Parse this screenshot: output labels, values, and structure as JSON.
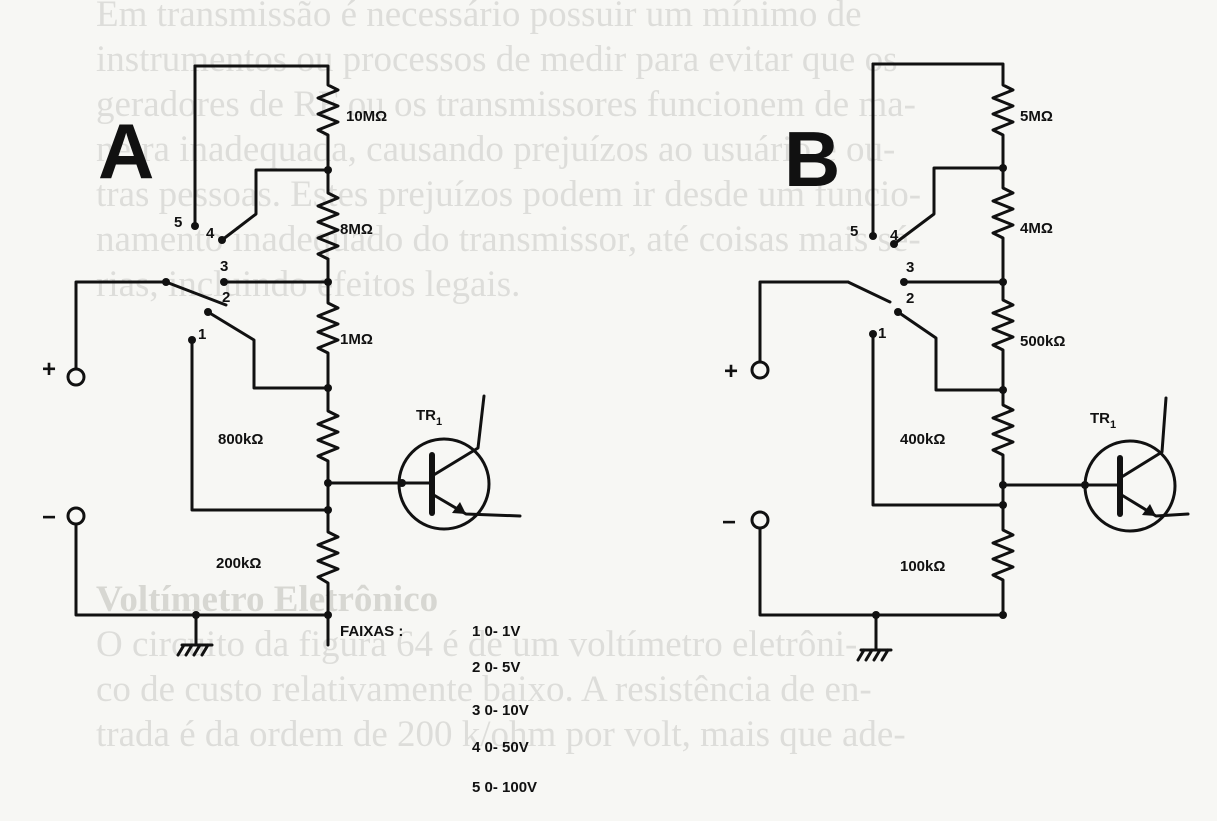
{
  "background_text": [
    "Em transmissão é necessário possuir um mínimo de",
    "instrumentos ou processos de medir para evitar que os",
    "geradores de RF ou os transmissores funcionem de ma-",
    "neira inadequada, causando prejuízos ao usuário e ou-",
    "tras pessoas. Estes prejuízos podem ir desde um funcio-",
    "namento inadequado do transmissor, até coisas mais sé-",
    "rias, incluindo efeitos legais.",
    "",
    "",
    "",
    "",
    "",
    "",
    "Voltímetro Eletrônico",
    "O circuito da figura 64 é de um voltímetro eletrôni-",
    "co de custo relativamente baixo. A resistência de en-",
    "trada é da ordem de 200 k/ohm por volt, mais que ade-"
  ],
  "circuit_a": {
    "label": "A",
    "resistors": [
      "10MΩ",
      "8MΩ",
      "1MΩ",
      "800kΩ",
      "200kΩ"
    ],
    "switch_positions": [
      "1",
      "2",
      "3",
      "4",
      "5"
    ],
    "terminal_plus": "+",
    "terminal_minus": "−",
    "transistor": "TR",
    "transistor_sub": "1",
    "ranges_title": "FAIXAS :",
    "ranges": [
      "1 0- 1V",
      "2 0- 5V",
      "3 0- 10V",
      "4 0- 50V",
      "5 0- 100V"
    ]
  },
  "circuit_b": {
    "label": "B",
    "resistors": [
      "5MΩ",
      "4MΩ",
      "500kΩ",
      "400kΩ",
      "100kΩ"
    ],
    "switch_positions": [
      "1",
      "2",
      "3",
      "4",
      "5"
    ],
    "terminal_plus": "+",
    "terminal_minus": "−",
    "transistor": "TR",
    "transistor_sub": "1"
  }
}
